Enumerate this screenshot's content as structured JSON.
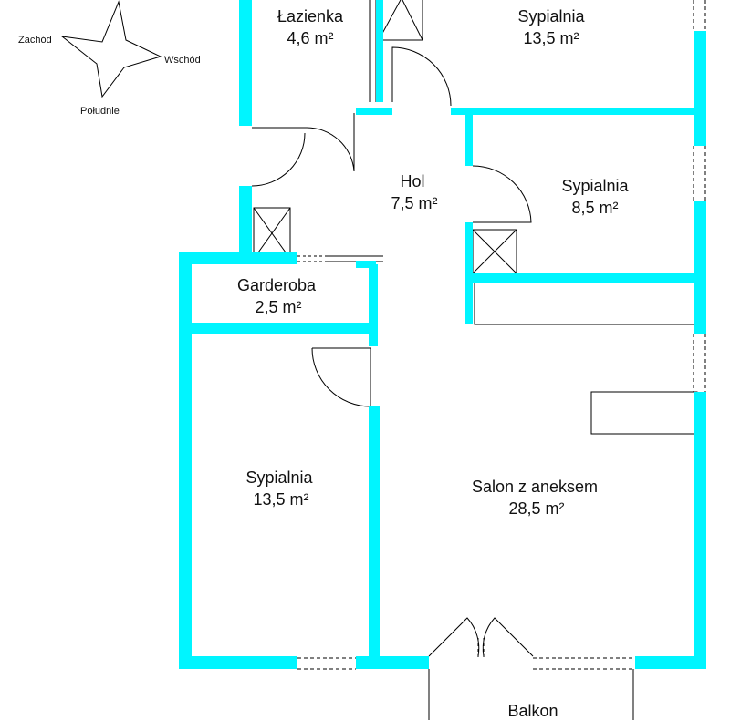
{
  "colors": {
    "wall": "#00f5ff",
    "line": "#000000",
    "text": "#111111",
    "background": "#ffffff"
  },
  "compass": {
    "west": "Zachód",
    "east": "Wschód",
    "south": "Południe"
  },
  "rooms": {
    "bathroom": {
      "name": "Łazienka",
      "area": "4,6 m²"
    },
    "bedroom_top": {
      "name": "Sypialnia",
      "area": "13,5 m²"
    },
    "hall": {
      "name": "Hol",
      "area": "7,5 m²"
    },
    "bedroom_right": {
      "name": "Sypialnia",
      "area": "8,5 m²"
    },
    "wardrobe": {
      "name": "Garderoba",
      "area": "2,5 m²"
    },
    "bedroom_left": {
      "name": "Sypialnia",
      "area": "13,5 m²"
    },
    "living": {
      "name": "Salon z aneksem",
      "area": "28,5 m²"
    },
    "balcony": {
      "name": "Balkon"
    }
  }
}
